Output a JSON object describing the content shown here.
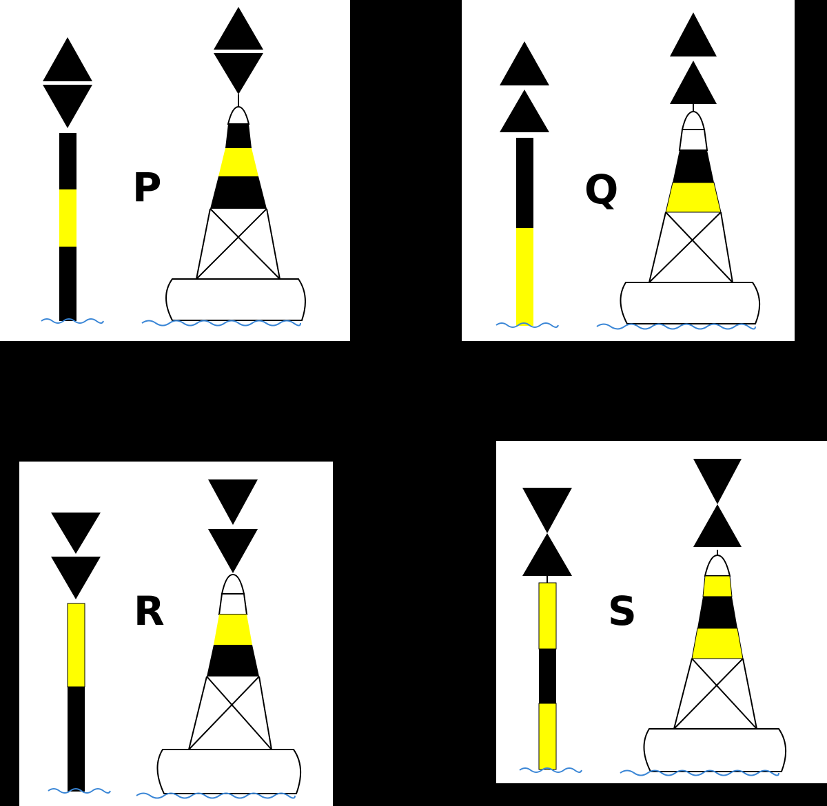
{
  "colors": {
    "background": "#000000",
    "panel": "#ffffff",
    "black": "#000000",
    "yellow": "#ffff00",
    "water": "#3a86d6"
  },
  "panels": [
    {
      "id": "P",
      "label": "P",
      "topmark": "two cones base to base (diamond)",
      "beacon_bands": [
        "black",
        "yellow",
        "black"
      ],
      "buoy_bands": [
        "white",
        "black",
        "yellow",
        "black"
      ]
    },
    {
      "id": "Q",
      "label": "Q",
      "topmark": "two cones pointing up",
      "beacon_bands": [
        "black",
        "yellow"
      ],
      "buoy_bands": [
        "white",
        "white",
        "black",
        "yellow"
      ]
    },
    {
      "id": "R",
      "label": "R",
      "topmark": "two cones pointing down",
      "beacon_bands": [
        "yellow",
        "black"
      ],
      "buoy_bands": [
        "white",
        "white",
        "yellow",
        "black"
      ]
    },
    {
      "id": "S",
      "label": "S",
      "topmark": "two cones point to point (hourglass)",
      "beacon_bands": [
        "yellow",
        "black",
        "yellow"
      ],
      "buoy_bands": [
        "white",
        "yellow",
        "black",
        "yellow"
      ]
    }
  ]
}
